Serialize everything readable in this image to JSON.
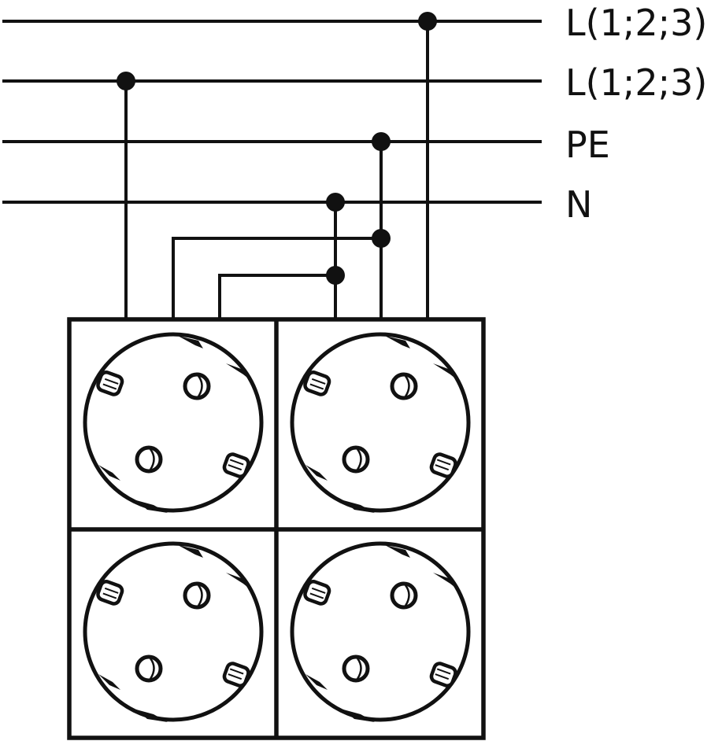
{
  "title": "Quadruple socket outlet wiring diagram",
  "conductors": [
    {
      "id": "l1",
      "label": "L(1;2;3)"
    },
    {
      "id": "l2",
      "label": "L(1;2;3)"
    },
    {
      "id": "pe",
      "label": "PE"
    },
    {
      "id": "n",
      "label": "N"
    }
  ],
  "sockets": [
    "socket-top-left",
    "socket-top-right",
    "socket-bottom-left",
    "socket-bottom-right"
  ],
  "colors": {
    "line": "#111111",
    "background": "#ffffff"
  }
}
